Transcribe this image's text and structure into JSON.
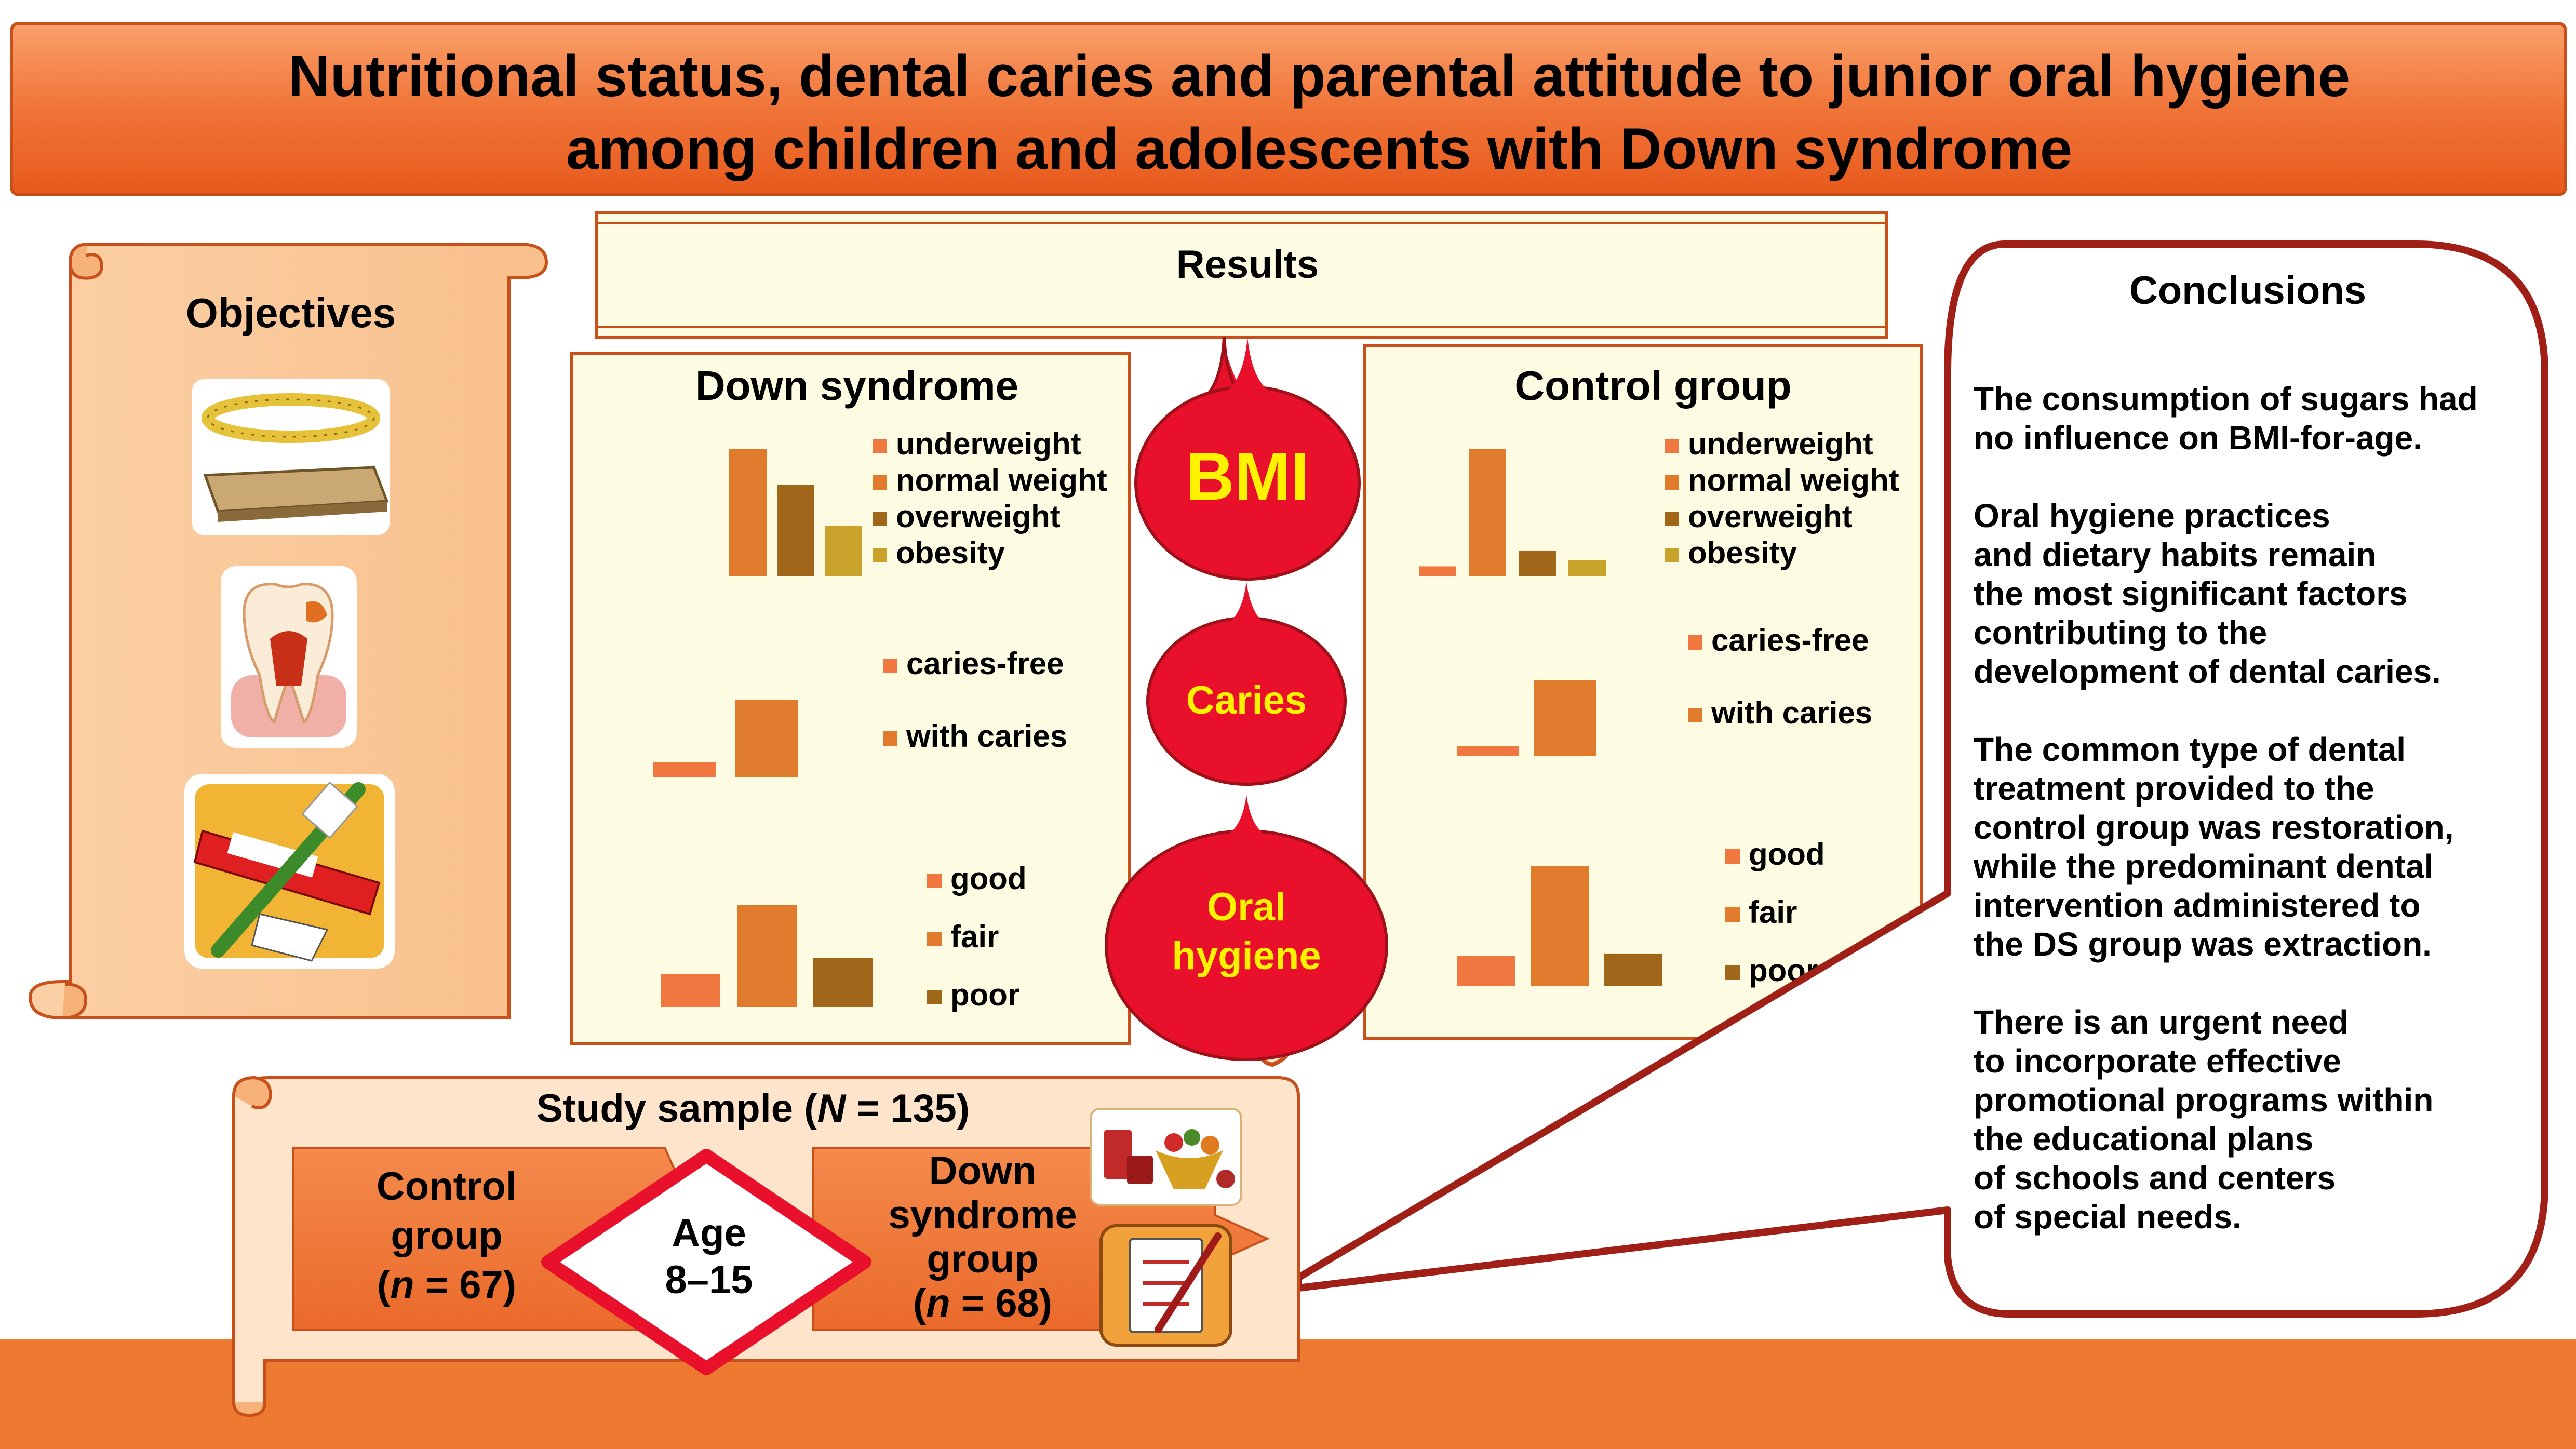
{
  "title": {
    "line1": "Nutritional status, dental caries and parental attitude to junior oral hygiene",
    "line2": "among children and adolescents with Down syndrome"
  },
  "objectives": {
    "heading": "Objectives",
    "icons": [
      "measuring-tape-scale-icon",
      "tooth-caries-icon",
      "toothpaste-toothbrush-icon"
    ]
  },
  "results": {
    "heading": "Results",
    "bubbles": {
      "bmi": "BMI",
      "caries": "Caries",
      "oral_hygiene_1": "Oral",
      "oral_hygiene_2": "hygiene"
    }
  },
  "legends": {
    "bmi": [
      "underweight",
      "normal weight",
      "overweight",
      "obesity"
    ],
    "caries": [
      "caries-free",
      "with caries"
    ],
    "hygiene": [
      "good",
      "fair",
      "poor"
    ]
  },
  "colors": {
    "bmi": [
      "#f07840",
      "#e07a2c",
      "#a0661a",
      "#c8a22a"
    ],
    "caries": [
      "#f07840",
      "#e07a2c"
    ],
    "hygiene": [
      "#f07840",
      "#e07a2c",
      "#a0661a"
    ],
    "accent_orange": "#ee7a32",
    "bubble_red": "#e8102a",
    "panel_cream": "#fdfbe1",
    "scroll_peach": "#fbc99a"
  },
  "chart_data": [
    {
      "type": "bar",
      "group": "Down syndrome",
      "measure": "BMI",
      "categories": [
        "underweight",
        "normal weight",
        "overweight",
        "obesity"
      ],
      "values": [
        0,
        100,
        72,
        40
      ]
    },
    {
      "type": "bar",
      "group": "Down syndrome",
      "measure": "Caries",
      "categories": [
        "caries-free",
        "with caries"
      ],
      "values": [
        20,
        100
      ]
    },
    {
      "type": "bar",
      "group": "Down syndrome",
      "measure": "Oral hygiene",
      "categories": [
        "good",
        "fair",
        "poor"
      ],
      "values": [
        32,
        100,
        48
      ]
    },
    {
      "type": "bar",
      "group": "Control group",
      "measure": "BMI",
      "categories": [
        "underweight",
        "normal weight",
        "overweight",
        "obesity"
      ],
      "values": [
        8,
        100,
        20,
        13
      ]
    },
    {
      "type": "bar",
      "group": "Control group",
      "measure": "Caries",
      "categories": [
        "caries-free",
        "with caries"
      ],
      "values": [
        13,
        100
      ]
    },
    {
      "type": "bar",
      "group": "Control group",
      "measure": "Oral hygiene",
      "categories": [
        "good",
        "fair",
        "poor"
      ],
      "values": [
        25,
        100,
        27
      ]
    }
  ],
  "ds_panel": {
    "heading": "Down syndrome"
  },
  "control_panel": {
    "heading": "Control group"
  },
  "conclusions": {
    "heading": "Conclusions",
    "paragraphs": [
      [
        "The consumption of sugars had",
        "no influence on BMI-for-age."
      ],
      [
        "Oral hygiene practices",
        "and dietary habits remain",
        "the most significant factors",
        "contributing to the",
        "development of dental caries."
      ],
      [
        "The common type of dental",
        "treatment provided to the",
        "control group was restoration,",
        "while the predominant dental",
        "intervention administered to",
        "the DS group was extraction."
      ],
      [
        "There is an urgent need",
        "to incorporate effective",
        "promotional programs within",
        "the educational plans",
        "of schools and centers",
        "of special needs."
      ]
    ]
  },
  "study": {
    "heading_prefix": "Study sample (",
    "heading_n": "N",
    "heading_suffix": " = 135)",
    "control": {
      "line1": "Control",
      "line2": "group",
      "n_pre": "(",
      "n_var": "n",
      "n_post": " = 67)"
    },
    "age": {
      "line1": "Age",
      "line2": "8–15"
    },
    "down": {
      "line1": "Down",
      "line2": "syndrome",
      "line3": "group",
      "n_pre": "(",
      "n_var": "n",
      "n_post": " = 68)"
    },
    "icons": [
      "food-basket-icon",
      "checklist-icon"
    ]
  }
}
